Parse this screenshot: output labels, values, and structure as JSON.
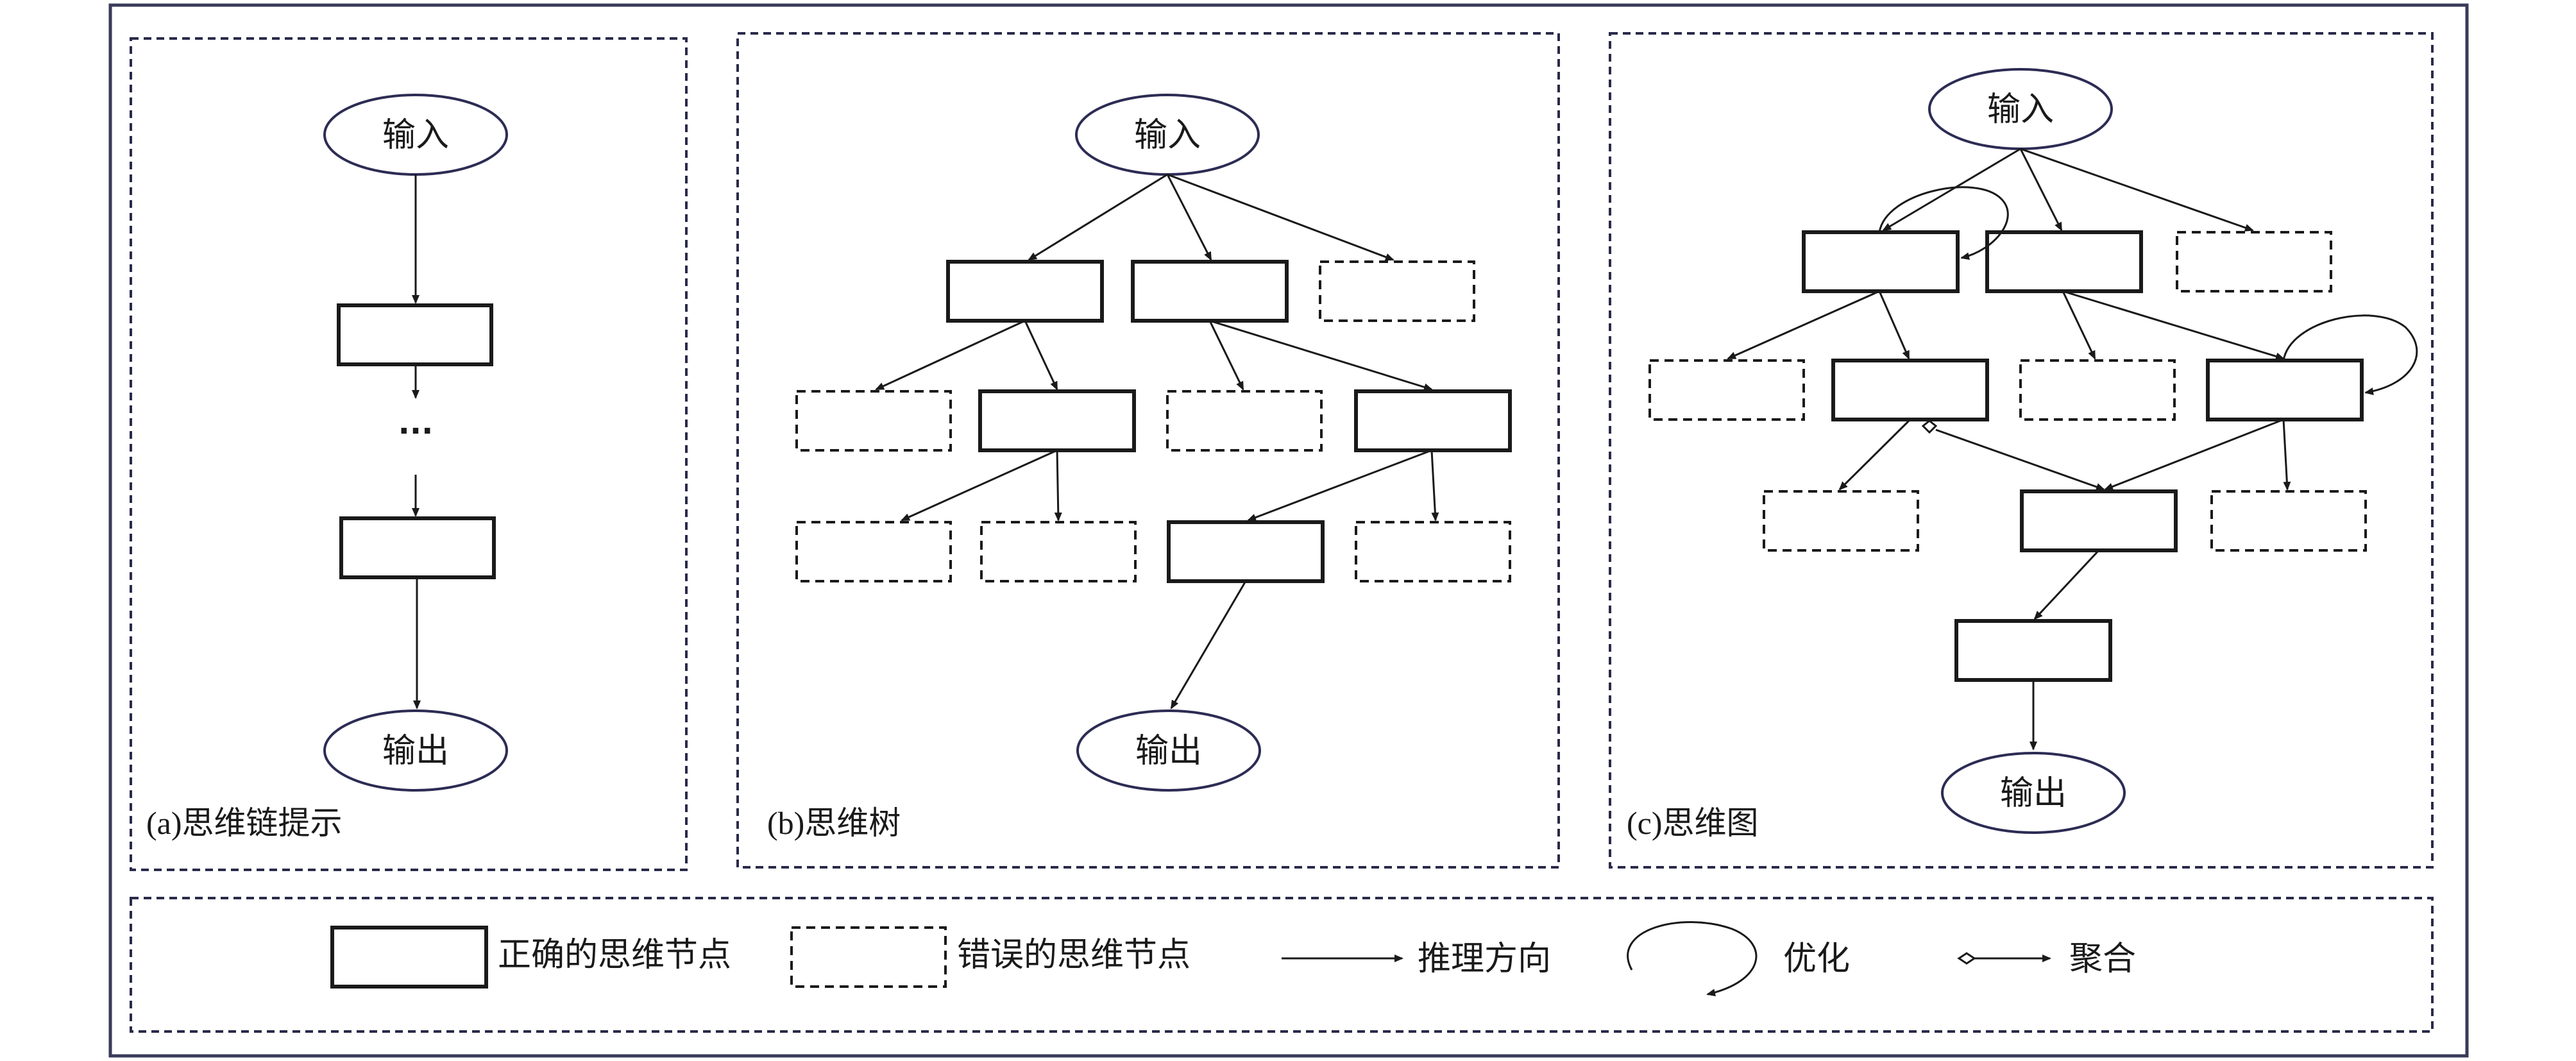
{
  "panels": {
    "a": {
      "label": "(a)思维链提示"
    },
    "b": {
      "label": "(b)思维树"
    },
    "c": {
      "label": "(c)思维图"
    }
  },
  "nodes": {
    "input_label": "输入",
    "output_label": "输出",
    "ellipsis": "···"
  },
  "legend": {
    "correct_node": "正确的思维节点",
    "wrong_node": "错误的思维节点",
    "direction": "推理方向",
    "optimize": "优化",
    "aggregate": "聚合"
  },
  "colors": {
    "frame": "#3a3a5a",
    "dashed_border": "#2a2a4a",
    "stroke": "#1a1a1a",
    "ellipse_stroke": "#2c2c54",
    "background": "#ffffff"
  }
}
